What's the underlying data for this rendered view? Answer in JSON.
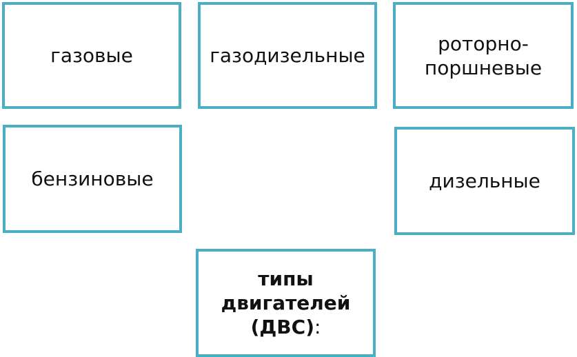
{
  "boxes": {
    "gas": "газовые",
    "gas_diesel": "газодизельные",
    "rotary_piston_line1": "роторно-",
    "rotary_piston_line2": "поршневые",
    "gasoline": "бензиновые",
    "diesel": "дизельные"
  },
  "center": {
    "line1": "типы",
    "line2": "двигателей",
    "line3": "(ДВС)",
    "colon": ":"
  },
  "colors": {
    "border": "#4aaec4"
  }
}
